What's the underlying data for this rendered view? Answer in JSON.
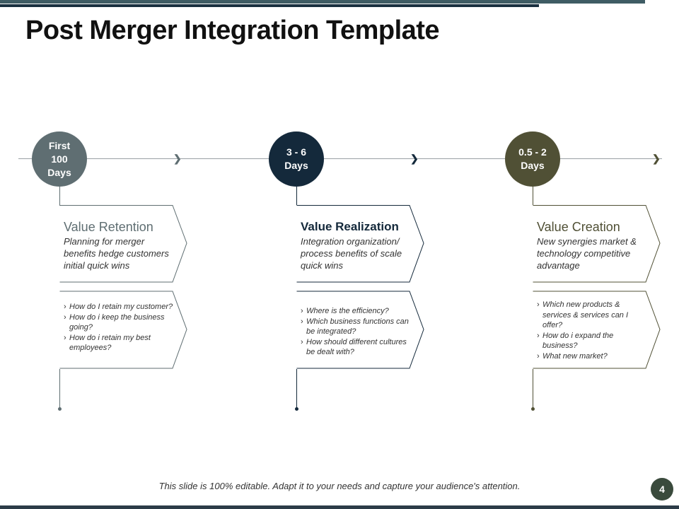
{
  "slide": {
    "title": "Post Merger Integration Template",
    "footer": "This slide is 100% editable.  Adapt it to your needs and capture your audience's attention.",
    "page_number": "4"
  },
  "colors": {
    "stage1": "#5f6e72",
    "stage2": "#14293b",
    "stage3": "#505035"
  },
  "stages": [
    {
      "period": "First\n100\nDays",
      "heading": "Value Retention",
      "description": "Planning for merger benefits hedge customers initial quick wins",
      "questions": [
        "How do I retain my customer?",
        "How do i keep the business going?",
        "How do i retain my best employees?"
      ]
    },
    {
      "period": "3 - 6\nDays",
      "heading": "Value Realization",
      "description": "Integration organization/ process benefits of scale quick wins",
      "questions": [
        "Where is the efficiency?",
        "Which business functions can be integrated?",
        "How should different cultures be dealt with?"
      ]
    },
    {
      "period": "0.5 - 2\nDays",
      "heading": "Value Creation",
      "description": "New synergies market & technology competitive advantage",
      "questions": [
        "Which new products & services & services can I offer?",
        "How do i expand the business?",
        "What new market?"
      ]
    }
  ],
  "icons": {
    "timeline_arrow": "chevron-right-icon",
    "bullet": "chevron-right-icon"
  }
}
